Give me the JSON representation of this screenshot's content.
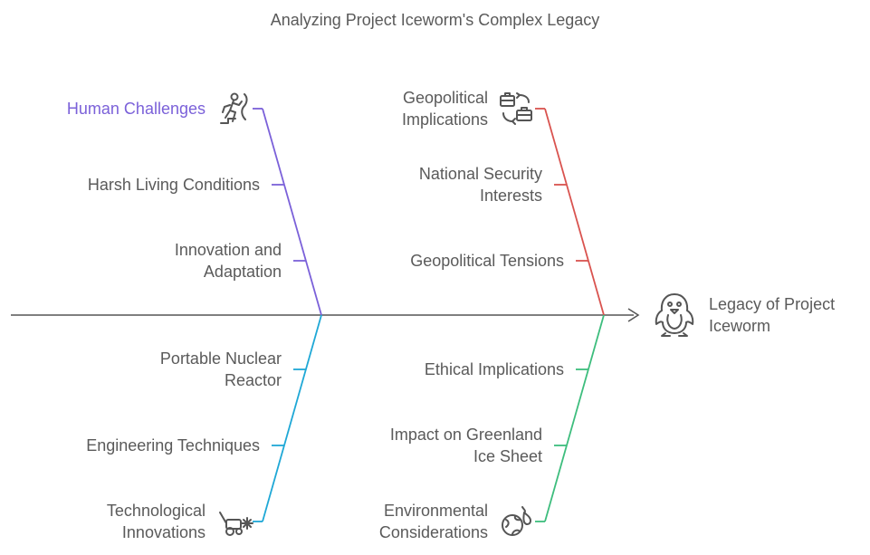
{
  "title": "Analyzing Project Iceworm's Complex Legacy",
  "head": {
    "label_line1": "Legacy of Project",
    "label_line2": "Iceworm",
    "icon": "penguin-icon"
  },
  "branches": {
    "human": {
      "color": "#7b61d9",
      "category": "Human Challenges",
      "icon": "climbing-person-icon",
      "causes": [
        {
          "line1": "Harsh Living Conditions"
        },
        {
          "line1": "Innovation and",
          "line2": "Adaptation"
        }
      ]
    },
    "geopolitical": {
      "color": "#d9534f",
      "category_line1": "Geopolitical",
      "category_line2": "Implications",
      "icon": "briefcase-exchange-icon",
      "causes": [
        {
          "line1": "National Security",
          "line2": "Interests"
        },
        {
          "line1": "Geopolitical Tensions"
        }
      ]
    },
    "technological": {
      "color": "#1fa8d6",
      "category_line1": "Technological",
      "category_line2": "Innovations",
      "icon": "lawnmower-gear-icon",
      "causes": [
        {
          "line1": "Portable Nuclear",
          "line2": "Reactor"
        },
        {
          "line1": "Engineering Techniques"
        }
      ]
    },
    "environmental": {
      "color": "#3dbd7d",
      "category_line1": "Environmental",
      "category_line2": "Considerations",
      "icon": "globe-fire-icon",
      "causes": [
        {
          "line1": "Ethical Implications"
        },
        {
          "line1": "Impact on Greenland",
          "line2": "Ice Sheet"
        }
      ]
    }
  },
  "spine_color": "#555555"
}
